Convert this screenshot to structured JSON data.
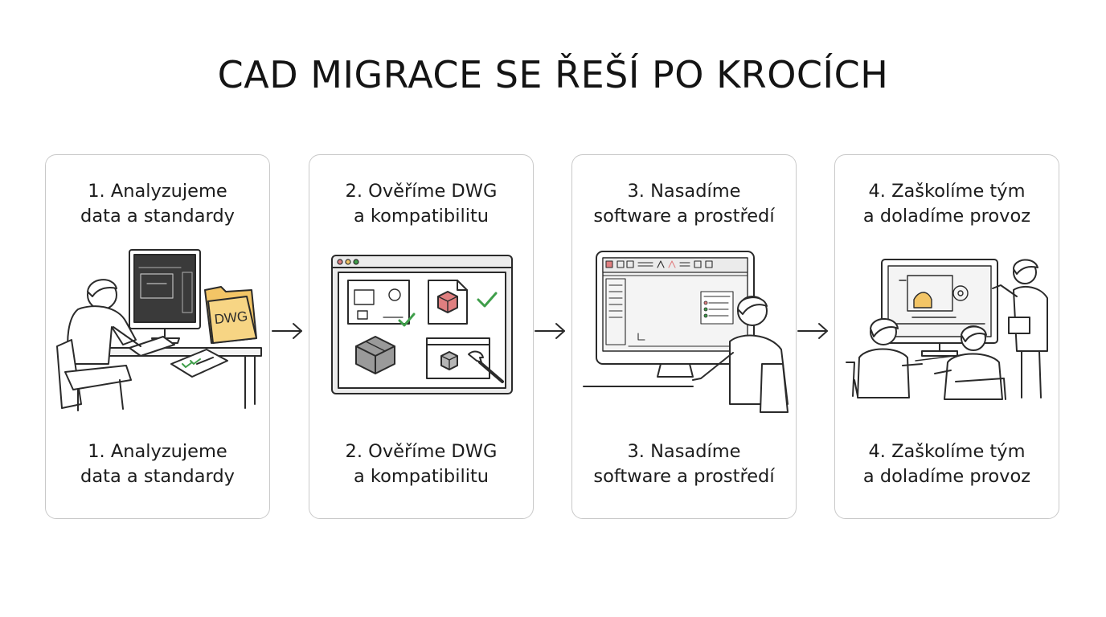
{
  "title": "CAD MIGRACE SE ŘEŠÍ PO KROCÍCH",
  "steps": [
    {
      "top_lines": [
        "1. Analyzujeme",
        "data a standardy"
      ],
      "bottom_lines": [
        "1. Analyzujeme",
        "data a standardy"
      ],
      "folder_label": "DWG"
    },
    {
      "top_lines": [
        "2. Ověříme DWG",
        "a kompatibilitu"
      ],
      "bottom_lines": [
        "2. Ověříme DWG",
        "a kompatibilitu"
      ]
    },
    {
      "top_lines": [
        "3. Nasadíme",
        "software a prostředí"
      ],
      "bottom_lines": [
        "3. Nasadíme",
        "software a prostředí"
      ]
    },
    {
      "top_lines": [
        "4. Zaškolíme tým",
        "a doladíme provoz"
      ],
      "bottom_lines": [
        "4. Zaškolíme tým",
        "a doladíme provoz"
      ]
    }
  ],
  "colors": {
    "folder": "#f3c566",
    "check": "#3f9e4a",
    "cube_red": "#e07f80",
    "stroke": "#2a2a2a",
    "window_bg": "#ebebeb",
    "screen_dark": "#3a3a3a"
  }
}
